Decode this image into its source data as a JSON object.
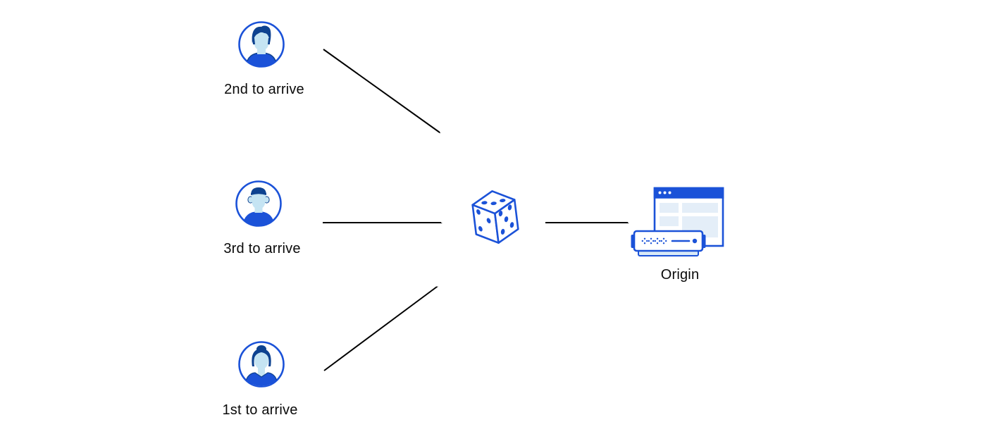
{
  "diagram": {
    "background": "#ffffff",
    "nodes": {
      "client_second": {
        "label": "2nd to arrive",
        "icon": "user-male-avatar-icon"
      },
      "client_third": {
        "label": "3rd to arrive",
        "icon": "user-male-flattop-avatar-icon"
      },
      "client_first": {
        "label": "1st to arrive",
        "icon": "user-female-avatar-icon"
      },
      "randomizer": {
        "icon": "dice-icon"
      },
      "origin": {
        "label": "Origin",
        "icon": "origin-server-browser-icon"
      }
    },
    "edges": [
      {
        "from": "client_second",
        "to": "randomizer"
      },
      {
        "from": "client_third",
        "to": "randomizer"
      },
      {
        "from": "client_first",
        "to": "randomizer"
      },
      {
        "from": "randomizer",
        "to": "origin"
      }
    ],
    "colors": {
      "primary_blue": "#1B52D8",
      "dark_navy": "#0E4290",
      "skin_light_blue": "#C5E4F3",
      "pale_blue": "#E4EEF8",
      "server_base_blue": "#D9E9F7",
      "arrow_black": "#000000"
    }
  }
}
